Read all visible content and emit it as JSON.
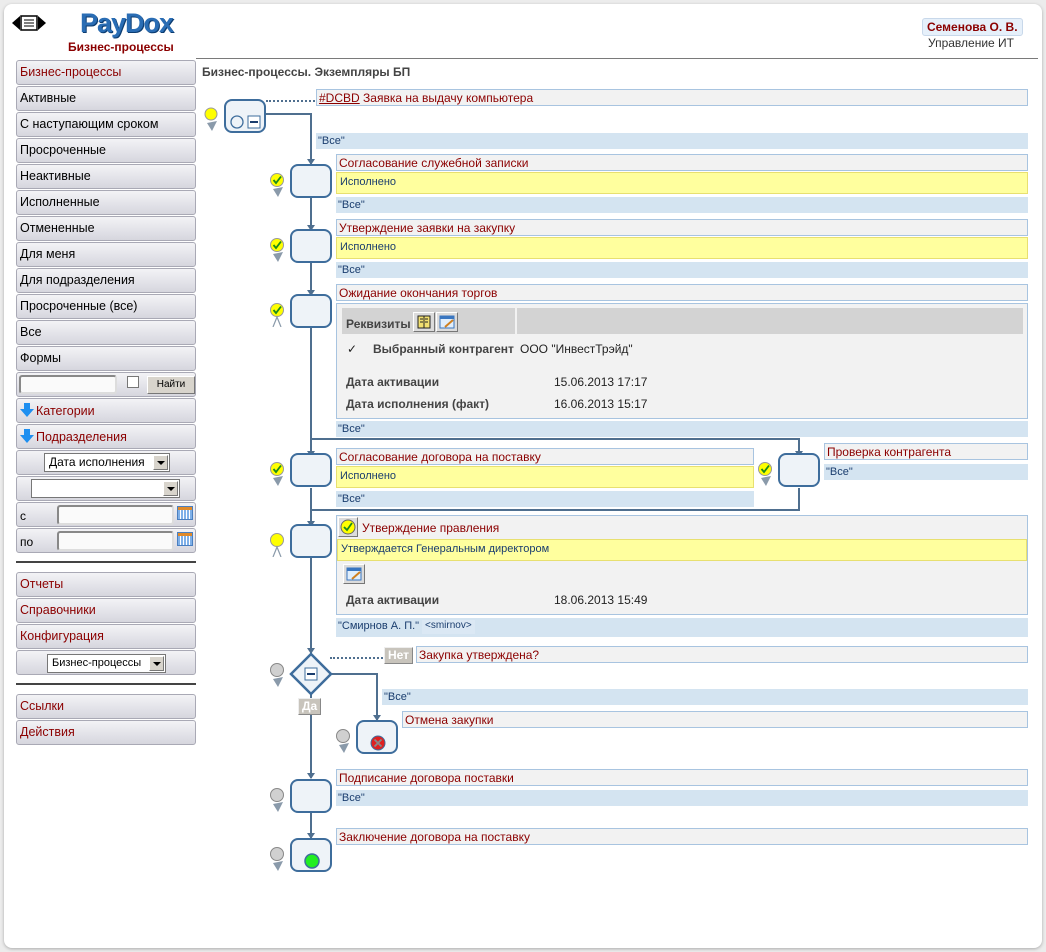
{
  "header": {
    "logo": "PayDox",
    "subtitle": "Бизнес-процессы",
    "user_name": "Семенова О. В.",
    "user_dept": "Управление ИТ"
  },
  "sidebar": {
    "items": [
      {
        "label": "Бизнес-процессы"
      },
      {
        "label": "Активные"
      },
      {
        "label": "С наступающим сроком"
      },
      {
        "label": "Просроченные"
      },
      {
        "label": "Неактивные"
      },
      {
        "label": "Исполненные"
      },
      {
        "label": "Отмененные"
      },
      {
        "label": "Для меня"
      },
      {
        "label": "Для подразделения"
      },
      {
        "label": "Просроченные (все)"
      },
      {
        "label": "Все"
      },
      {
        "label": "Формы"
      }
    ],
    "search": {
      "value": "",
      "find_label": "Найти"
    },
    "categories_label": "Категории",
    "departments_label": "Подразделения",
    "date_field_select": "Дата исполнения",
    "second_select": "",
    "from_label": "с",
    "to_label": "по",
    "from_value": "",
    "to_value": "",
    "section2": [
      {
        "label": "Отчеты"
      },
      {
        "label": "Справочники"
      },
      {
        "label": "Конфигурация"
      }
    ],
    "config_select": "Бизнес-процессы",
    "section3": [
      {
        "label": "Ссылки"
      },
      {
        "label": "Действия"
      }
    ]
  },
  "main": {
    "title": "Бизнес-процессы. Экземпляры БП",
    "process": {
      "code": "#DCBD",
      "name": "Заявка на выдачу компьютера",
      "assignee": "\"Все\""
    },
    "steps": [
      {
        "name": "Согласование служебной записки",
        "status": "Исполнено",
        "assignee": "\"Все\""
      },
      {
        "name": "Утверждение заявки на закупку",
        "status": "Исполнено",
        "assignee": "\"Все\""
      },
      {
        "name": "Ожидание окончания торгов",
        "requisites_label": "Реквизиты",
        "requisite_row": {
          "check": "✓",
          "field": "Выбранный контрагент",
          "value": "ООО \"ИнвестТрэйд\""
        },
        "dates": [
          {
            "label": "Дата активации",
            "value": "15.06.2013 17:17"
          },
          {
            "label": "Дата исполнения (факт)",
            "value": "16.06.2013 15:17"
          }
        ],
        "assignee": "\"Все\""
      },
      {
        "name": "Согласование договора на поставку",
        "status": "Исполнено",
        "assignee": "\"Все\""
      },
      {
        "name": "Проверка контрагента",
        "assignee": "\"Все\""
      },
      {
        "name": "Утверждение правления",
        "status": "Утверждается Генеральным директором",
        "dates": [
          {
            "label": "Дата активации",
            "value": "18.06.2013 15:49"
          }
        ],
        "assignee": "\"Смирнов А. П.\"",
        "login": "<smirnov>"
      },
      {
        "name": "Закупка утверждена?",
        "no_label": "Нет",
        "yes_label": "Да",
        "assignee": "\"Все\""
      },
      {
        "name": "Отмена закупки"
      },
      {
        "name": "Подписание договора поставки",
        "assignee": "\"Все\""
      },
      {
        "name": "Заключение договора на поставку"
      }
    ]
  },
  "colors": {
    "accent_red": "#8b0000",
    "node_border": "#3e6d9c",
    "status_yellow": "#ffff9e",
    "assignee_blue": "#d4e4f1"
  }
}
